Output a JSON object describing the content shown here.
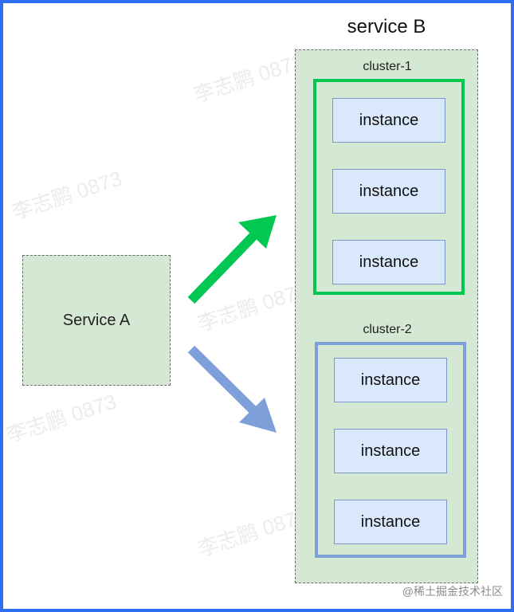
{
  "diagram": {
    "service_a": "Service A",
    "service_b": "service B",
    "clusters": [
      {
        "label": "cluster-1",
        "instances": [
          "instance",
          "instance",
          "instance"
        ]
      },
      {
        "label": "cluster-2",
        "instances": [
          "instance",
          "instance",
          "instance"
        ]
      }
    ]
  },
  "watermark": "李志鹏 0873",
  "footer": "@稀土掘金技术社区",
  "colors": {
    "frame_border": "#2f6df3",
    "service_fill": "#d5e8d4",
    "instance_fill": "#dae8fc",
    "cluster_1_border": "#00c853",
    "cluster_2_border": "#7e9fd8",
    "arrow_up": "#00c853",
    "arrow_down": "#7e9fd8"
  }
}
